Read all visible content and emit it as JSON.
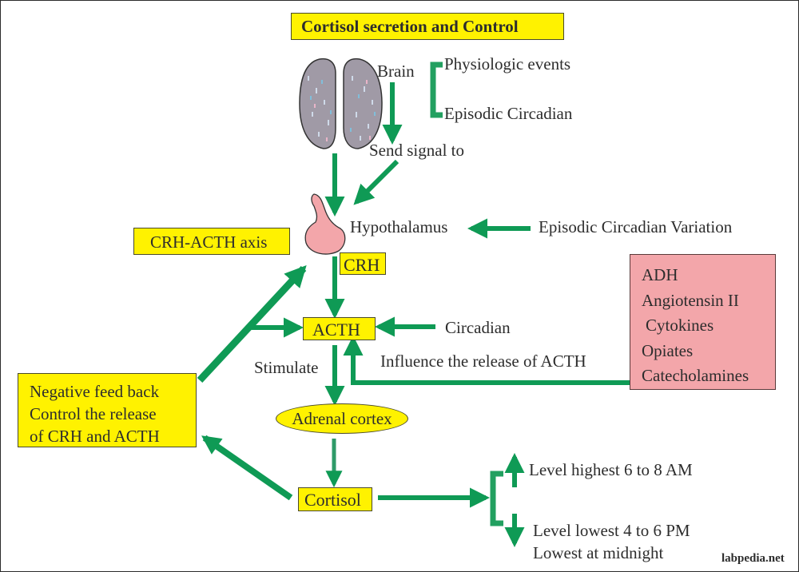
{
  "diagram": {
    "title": "Cortisol secretion and Control",
    "colors": {
      "box_yellow": "#fff200",
      "arrow_green": "#0f9a55",
      "influence_box_pink": "#f3a6aa",
      "brain_fill": "#a09aa6",
      "hypothalamus_fill": "#f3a6aa"
    },
    "brain": {
      "label": "Brain",
      "triggers": [
        "Physiologic events",
        "Episodic Circadian"
      ],
      "send_signal": "Send signal to"
    },
    "hypothalamus": {
      "label": "Hypothalamus",
      "input": "Episodic Circadian Variation",
      "output": "CRH"
    },
    "axis_label": "CRH-ACTH axis",
    "acth": {
      "label": "ACTH",
      "input": "Circadian",
      "influence_label": "Influence the release of ACTH"
    },
    "influencers": [
      "ADH",
      "Angiotensin II",
      "Cytokines",
      "Opiates",
      "Catecholamines"
    ],
    "stimulate": "Stimulate",
    "adrenal": "Adrenal cortex",
    "cortisol": "Cortisol",
    "negative_feedback": [
      "Negative feed back",
      "Control the release",
      "of CRH and ACTH"
    ],
    "levels": {
      "highest": "Level highest  6 to 8 AM",
      "lowest": "Level lowest 4 to 6 PM",
      "midnight": "Lowest at midnight"
    },
    "watermark": "labpedia.net"
  }
}
